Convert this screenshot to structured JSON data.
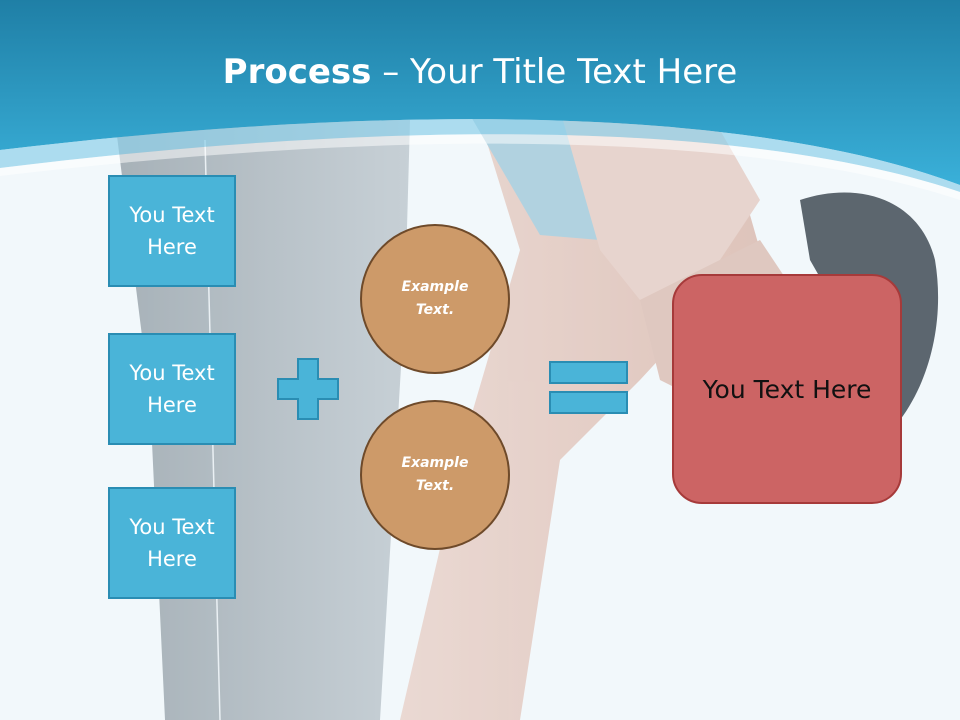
{
  "slide": {
    "title_bold": "Process",
    "title_dash": " – ",
    "title_rest": "Your Title Text Here"
  },
  "inputs": [
    {
      "label": "You Text Here"
    },
    {
      "label": "You Text Here"
    },
    {
      "label": "You Text Here"
    }
  ],
  "operator_plus": "plus-icon",
  "circles": [
    {
      "label": "Example Text."
    },
    {
      "label": "Example Text."
    }
  ],
  "operator_equals": "equals-icon",
  "result": {
    "label": "You Text Here"
  },
  "colors": {
    "header_blue": "#2f9fcb",
    "box_blue": "#4ab4d8",
    "circle_brown": "#cd9a69",
    "result_red": "#cc6464"
  }
}
